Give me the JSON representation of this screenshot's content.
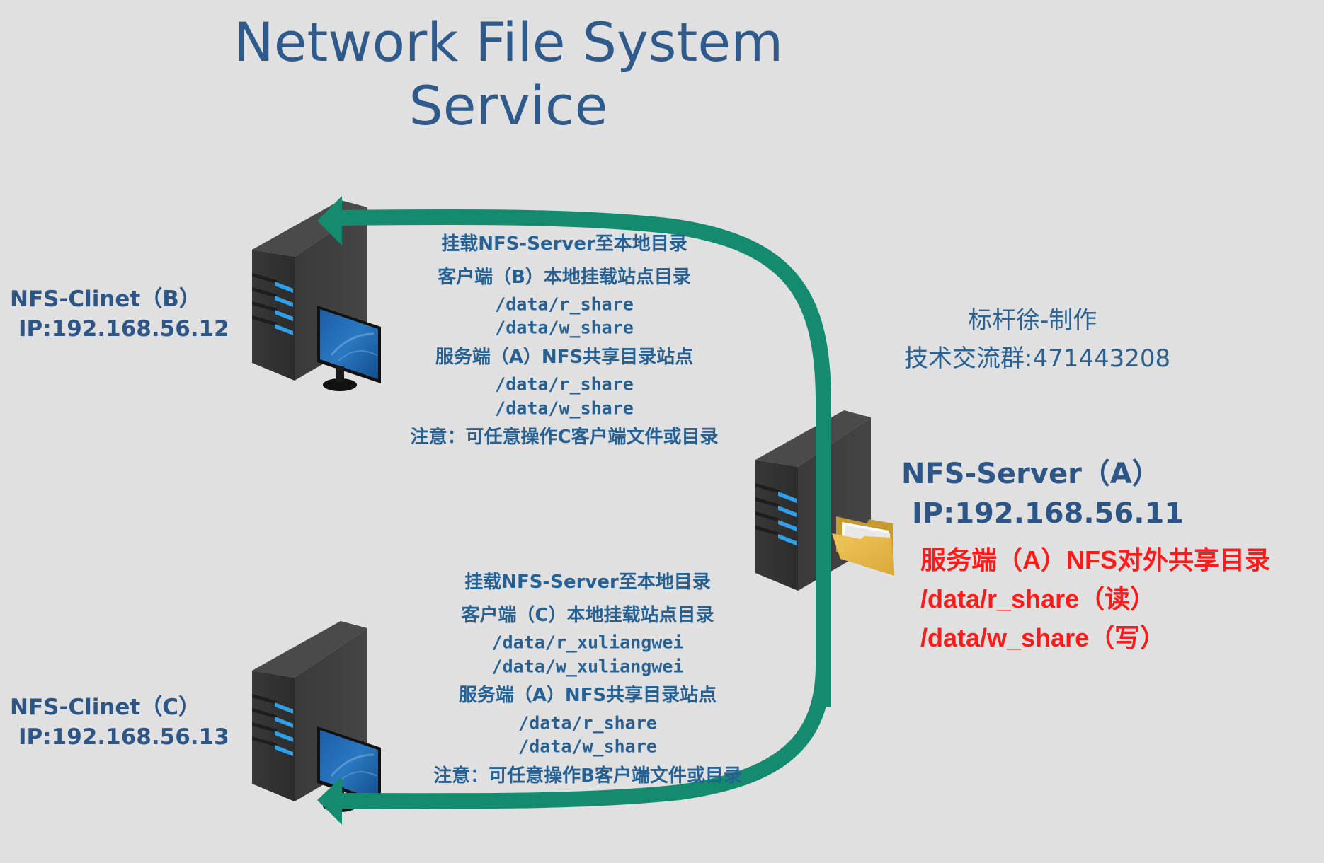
{
  "title": {
    "line1": "Network File System",
    "line2": "Service"
  },
  "colors": {
    "background": "#e0e0e0",
    "title": "#2f5a8c",
    "label": "#2d5687",
    "annotation": "#276193",
    "highlight": "#ff1a1a",
    "arrow": "#148a6e"
  },
  "nodes": {
    "client_b": {
      "name": "NFS-Clinet（B）",
      "ip": "IP:192.168.56.12",
      "icon": "server-with-monitor-icon"
    },
    "client_c": {
      "name": "NFS-Clinet（C）",
      "ip": "IP:192.168.56.13",
      "icon": "server-with-monitor-icon"
    },
    "server_a": {
      "name": "NFS-Server（A）",
      "ip": "IP:192.168.56.11",
      "icon": "server-with-folder-icon",
      "shares": [
        "服务端（A）NFS对外共享目录",
        "/data/r_share（读）",
        "/data/w_share（写）"
      ]
    }
  },
  "annotations": {
    "to_client_b": [
      "挂载NFS-Server至本地目录",
      "客户端（B）本地挂载站点目录",
      "/data/r_share",
      "/data/w_share",
      "服务端（A）NFS共享目录站点",
      "/data/r_share",
      "/data/w_share",
      "注意：可任意操作C客户端文件或目录"
    ],
    "to_client_c": [
      "挂载NFS-Server至本地目录",
      "客户端（C）本地挂载站点目录",
      "/data/r_xuliangwei",
      "/data/w_xuliangwei",
      "服务端（A）NFS共享目录站点",
      "/data/r_share",
      "/data/w_share",
      "注意：可任意操作B客户端文件或目录"
    ]
  },
  "watermark": {
    "author": "标杆徐-制作",
    "group": "技术交流群:471443208"
  },
  "edges": [
    {
      "from": "server_a",
      "to": "client_b",
      "style": "arrow"
    },
    {
      "from": "server_a",
      "to": "client_c",
      "style": "arrow"
    }
  ]
}
